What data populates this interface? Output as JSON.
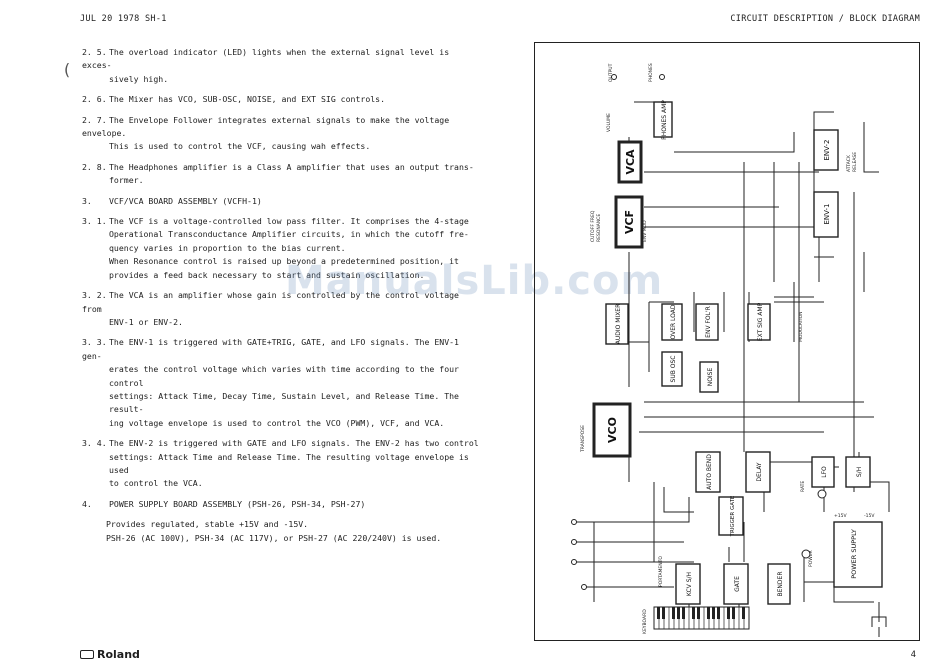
{
  "header": {
    "left": "JUL 20 1978 SH-1",
    "right": "CIRCUIT DESCRIPTION / BLOCK DIAGRAM"
  },
  "paragraphs": [
    {
      "num": "2. 5.",
      "lines": [
        "The overload indicator (LED) lights when the external signal level is exces-",
        "sively high."
      ]
    },
    {
      "num": "2. 6.",
      "lines": [
        "The Mixer has VCO, SUB-OSC, NOISE, and EXT SIG controls."
      ]
    },
    {
      "num": "2. 7.",
      "lines": [
        "The Envelope Follower integrates external signals to make the voltage envelope.",
        "This is used to control the VCF, causing wah effects."
      ]
    },
    {
      "num": "2. 8.",
      "lines": [
        "The Headphones amplifier is a Class A amplifier that uses an output trans-",
        "former."
      ]
    }
  ],
  "section3": {
    "num": "3.",
    "title": "VCF/VCA BOARD ASSEMBLY (VCFH-1)"
  },
  "paragraphs3": [
    {
      "num": "3. 1.",
      "lines": [
        "The VCF is a voltage-controlled low pass filter. It comprises the 4-stage",
        "Operational Transconductance Amplifier circuits, in which the cutoff fre-",
        "quency varies in proportion to the bias current.",
        "When Resonance control is raised up beyond a predetermined position, it",
        "provides a feed back necessary to start and sustain oscillation."
      ]
    },
    {
      "num": "3. 2.",
      "lines": [
        "The VCA is an amplifier whose gain is controlled by the control voltage from",
        "ENV-1 or ENV-2."
      ]
    },
    {
      "num": "3. 3.",
      "lines": [
        "The ENV-1 is triggered with GATE+TRIG, GATE, and LFO signals. The ENV-1 gen-",
        "erates the control voltage which varies with time according to the four control",
        "settings: Attack Time, Decay Time, Sustain Level, and Release Time. The result-",
        "ing voltage envelope is used to control the VCO (PWM), VCF, and VCA."
      ]
    },
    {
      "num": "3. 4.",
      "lines": [
        "The ENV-2 is triggered with GATE and LFO signals. The ENV-2 has two control",
        "settings: Attack Time and Release Time. The resulting voltage envelope is used",
        "to control the VCA."
      ]
    }
  ],
  "section4": {
    "num": "4.",
    "title": "POWER SUPPLY BOARD ASSEMBLY (PSH-26, PSH-34, PSH-27)"
  },
  "section4_lines": [
    "Provides regulated, stable +15V and -15V.",
    "PSH-26 (AC 100V), PSH-34 (AC 117V), or PSH-27 (AC 220/240V) is used."
  ],
  "watermark": "ManualsLib.com",
  "logo": "Roland",
  "page_number": "4",
  "diagram": {
    "blocks": {
      "vca": "VCA",
      "vcf": "VCF",
      "vco": "VCO",
      "env1": "ENV-1",
      "env2": "ENV-2",
      "phones": "PHONES AMP",
      "audio_mixer": "AUDIO MIXER",
      "overload": "OVER LOAD",
      "env_follower": "ENV FOL'R",
      "ext_sig_amp": "EXT SIG AMP",
      "sub_osc": "SUB OSC",
      "noise": "NOISE",
      "auto_bend": "AUTO BEND",
      "delay": "DELAY",
      "lfo": "LFO",
      "sh": "S/H",
      "trigger_gate": "TRIGGER GATE",
      "kcv_sh": "KCV S/H",
      "gate": "GATE",
      "bender": "BENDER",
      "power_supply": "POWER SUPPLY"
    },
    "labels": {
      "output": "OUTPUT",
      "phones": "PHONES",
      "volume": "VOLUME",
      "resonance": "RESONANCE",
      "cutoff": "CUTOFF FREQ",
      "env_mod": "ENV MOD",
      "transpose": "TRANSPOSE",
      "keyboard": "KEYBOARD",
      "portamento": "PORTAMENTO",
      "power": "POWER",
      "attack": "ATTACK",
      "release": "RELEASE",
      "rate": "RATE",
      "modulation": "MODULATION",
      "plus15": "+15V",
      "minus15": "-15V"
    }
  }
}
